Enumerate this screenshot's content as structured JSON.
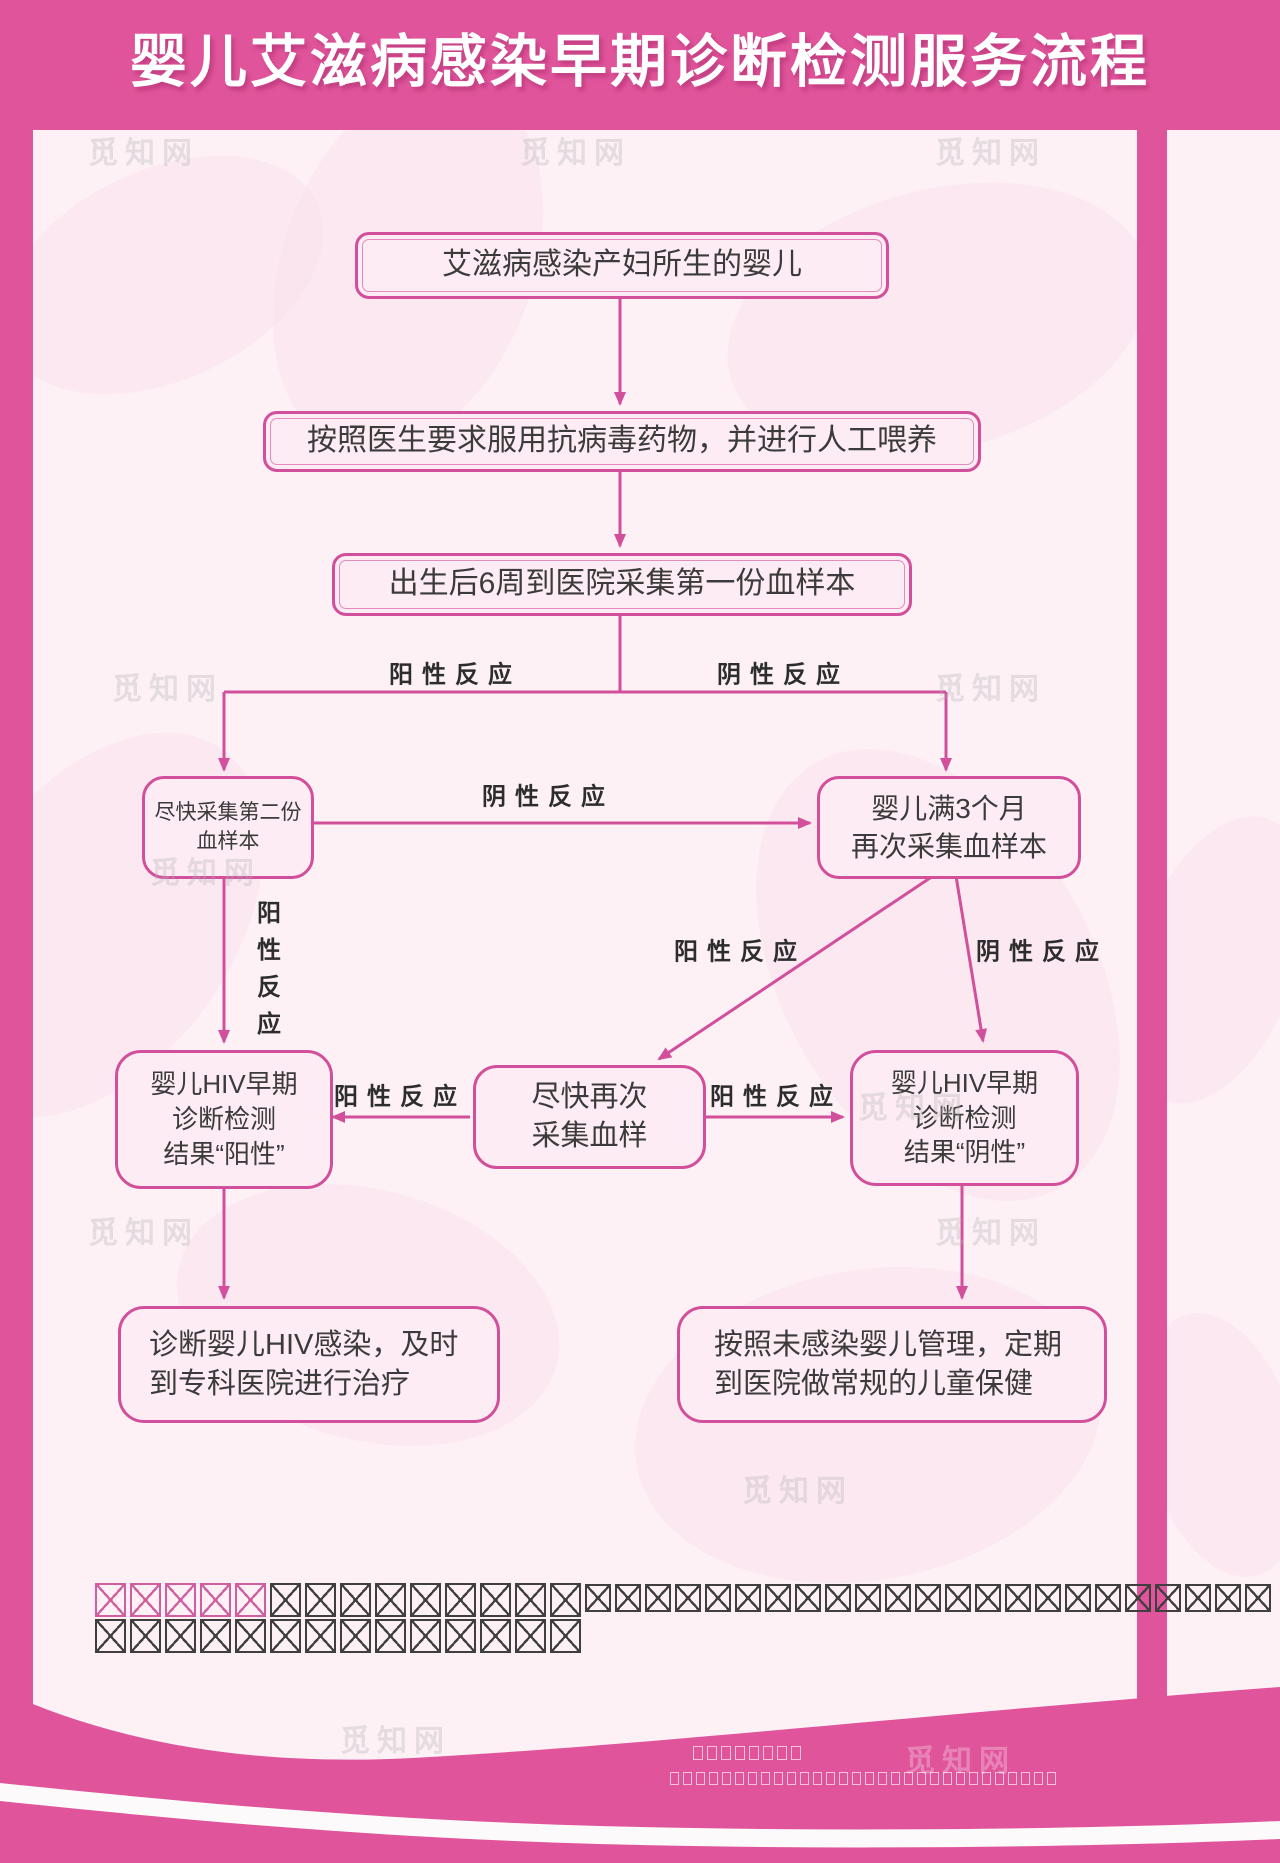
{
  "title": "婴儿艾滋病感染早期诊断检测服务流程",
  "watermark": {
    "text": "觅知网"
  },
  "colors": {
    "frame_pink": "#e0549b",
    "box_border": "#d14f9b",
    "arrow": "#d14f9b",
    "box_fill": "#fdecf3",
    "panel_bg": "#fdf1f6",
    "text_dark": "#3b3b3b",
    "tofu_pink": "#cf5f9f",
    "tofu_dark": "#3f3f3f",
    "swoosh_white": "#fdfafc"
  },
  "flow": {
    "start": {
      "line1": "艾滋病感染产妇所生的婴儿"
    },
    "medicine": {
      "line1": "按照医生要求服用抗病毒药物，并进行人工喂养"
    },
    "first_sample": {
      "line1": "出生后6周到医院采集第一份血样本"
    },
    "second_sample": {
      "line1": "尽快采集第二份",
      "line2": "血样本"
    },
    "three_month": {
      "line1": "婴儿满3个月",
      "line2": "再次采集血样本"
    },
    "resample": {
      "line1": "尽快再次",
      "line2": "采集血样"
    },
    "result_positive": {
      "line1": "婴儿HIV早期",
      "line2": "诊断检测",
      "line3": "结果“阳性”"
    },
    "result_negative": {
      "line1": "婴儿HIV早期",
      "line2": "诊断检测",
      "line3": "结果“阴性”"
    },
    "treatment": {
      "line1": "诊断婴儿HIV感染，及时",
      "line2": "到专科医院进行治疗"
    },
    "healthcare": {
      "line1": "按照未感染婴儿管理，定期",
      "line2": "到医院做常规的儿童保健"
    }
  },
  "edge_labels": {
    "branch_positive": "阳性反应",
    "branch_negative": "阴性反应",
    "second_to_three_month": "阴性反应",
    "second_positive_vertical": "阳性反应",
    "three_month_positive": "阳性反应",
    "three_month_negative": "阴性反应",
    "resample_to_positive": "阳性反应",
    "resample_to_negative": "阳性反应"
  },
  "bottom_note": {
    "line1_pink_boxes": 5,
    "line1_dark_large_boxes": 9,
    "line1_dark_small_boxes": 23,
    "line2_dark_boxes": 14
  },
  "footer_note": {
    "row1_boxes": 8,
    "row2_boxes": 30
  }
}
